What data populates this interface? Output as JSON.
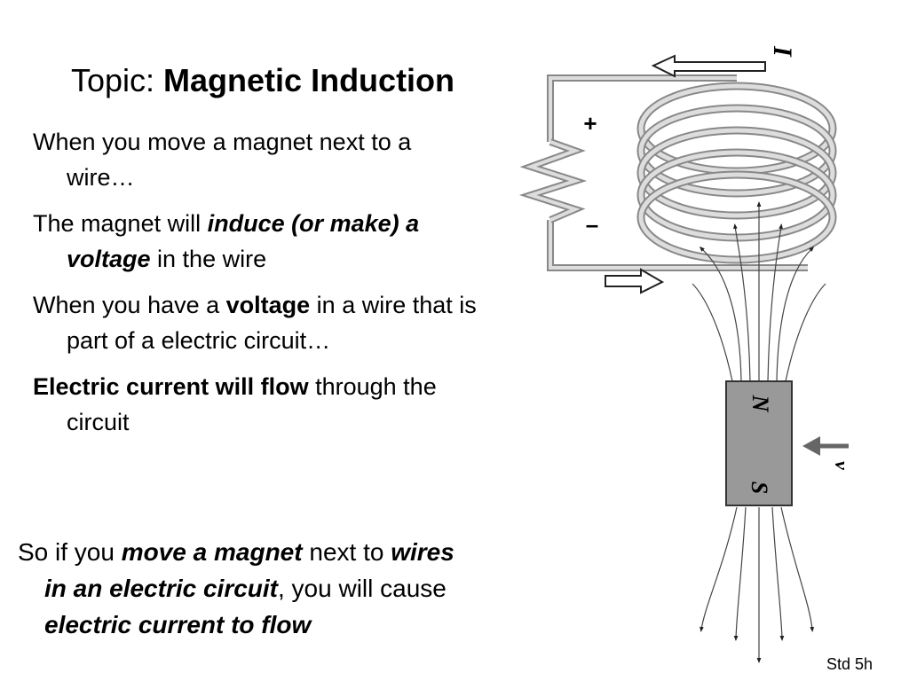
{
  "title": {
    "prefix": "Topic: ",
    "main": "Magnetic Induction"
  },
  "points": [
    {
      "text": "When you move a magnet next to a wire…"
    },
    {
      "pre": "The magnet will ",
      "em": "induce (or make) a voltage",
      "post": " in the wire"
    },
    {
      "pre": "When you have a ",
      "strong": "voltage",
      "post": " in a wire that is part of a electric circuit…"
    },
    {
      "strong": "Electric current will flow",
      "post": " through the circuit"
    }
  ],
  "closing": {
    "p1": "So if you ",
    "e1": "move a magnet",
    "p2": " next to ",
    "e2": "wires in an electric circuit",
    "p3": ", you will cause ",
    "e3": "electric current to flow"
  },
  "diagram": {
    "current_label": "I",
    "plus": "+",
    "minus": "–",
    "north": "N",
    "south": "S",
    "velocity_label": "v"
  },
  "footer": {
    "std": "Std 5h"
  }
}
